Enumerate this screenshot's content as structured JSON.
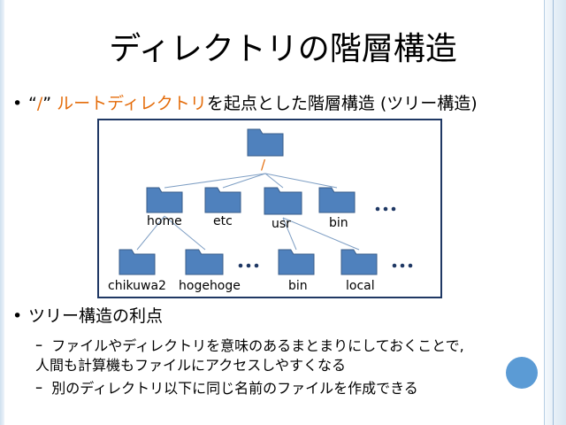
{
  "slide": {
    "title": "ディレクトリの階層構造",
    "bullet1": {
      "open_quote": "“",
      "root": "/",
      "close_quote": "”",
      "highlight": "ルートディレクトリ",
      "rest": "を起点とした階層構造 (ツリー構造)"
    },
    "bullet2": "ツリー構造の利点",
    "sub1_line1": "ファイルやディレクトリを意味のあるまとまりにしておくことで,",
    "sub1_line2": "人間も計算機もファイルにアクセスしやすくなる",
    "sub2": "別のディレクトリ以下に同じ名前のファイルを作成できる",
    "sub_marker": "ｰ",
    "bullet_marker": "•"
  },
  "diagram": {
    "root_label": "/",
    "level1": [
      "home",
      "etc",
      "usr",
      "bin"
    ],
    "level2_home": [
      "chikuwa2",
      "hogehoge"
    ],
    "level2_usr": [
      "bin",
      "local"
    ],
    "ellipsis": "…"
  },
  "colors": {
    "folder_fill": "#4f81bd",
    "folder_stroke": "#385d8a",
    "line": "#7f9fc4",
    "accent": "#e46c0a",
    "ellipsis": "#1f3864"
  }
}
